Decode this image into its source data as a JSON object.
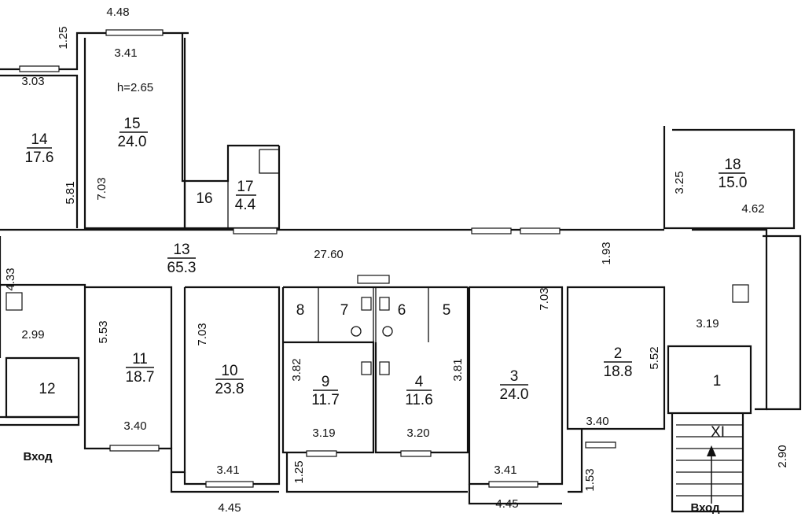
{
  "rooms": [
    {
      "number": "14",
      "area": "17.6"
    },
    {
      "number": "15",
      "area": "24.0"
    },
    {
      "number": "16",
      "area": ""
    },
    {
      "number": "17",
      "area": "4.4"
    },
    {
      "number": "18",
      "area": "15.0"
    },
    {
      "number": "13",
      "area": "65.3"
    },
    {
      "number": "11",
      "area": "18.7"
    },
    {
      "number": "12",
      "area": ""
    },
    {
      "number": "10",
      "area": "23.8"
    },
    {
      "number": "9",
      "area": "11.7"
    },
    {
      "number": "4",
      "area": "11.6"
    },
    {
      "number": "3",
      "area": "24.0"
    },
    {
      "number": "2",
      "area": "18.8"
    },
    {
      "number": "1",
      "area": ""
    },
    {
      "number": "8",
      "area": ""
    },
    {
      "number": "7",
      "area": ""
    },
    {
      "number": "6",
      "area": ""
    },
    {
      "number": "5",
      "area": ""
    },
    {
      "number": "XI",
      "area": ""
    }
  ],
  "height_label": "h=2.65",
  "dims": {
    "d4_48": "4.48",
    "d1_25a": "1.25",
    "d3_41a": "3.41",
    "d3_03": "3.03",
    "d5_81": "5.81",
    "d7_03a": "7.03",
    "d27_60": "27.60",
    "d1_93": "1.93",
    "d3_25": "3.25",
    "d4_62": "4.62",
    "d4_33": "4.33",
    "d2_99": "2.99",
    "d5_53": "5.53",
    "d3_40a": "3.40",
    "d7_03b": "7.03",
    "d3_41b": "3.41",
    "d3_82": "3.82",
    "d3_19a": "3.19",
    "d3_20": "3.20",
    "d3_81": "3.81",
    "d7_03c": "7.03",
    "d3_41c": "3.41",
    "d5_52": "5.52",
    "d3_40b": "3.40",
    "d3_19b": "3.19",
    "d1_25b": "1.25",
    "d1_53": "1.53",
    "d4_45a": "4.45",
    "d4_45b": "4.45",
    "d2_90": "2.90"
  },
  "entrances": [
    "Вход",
    "Вход"
  ]
}
